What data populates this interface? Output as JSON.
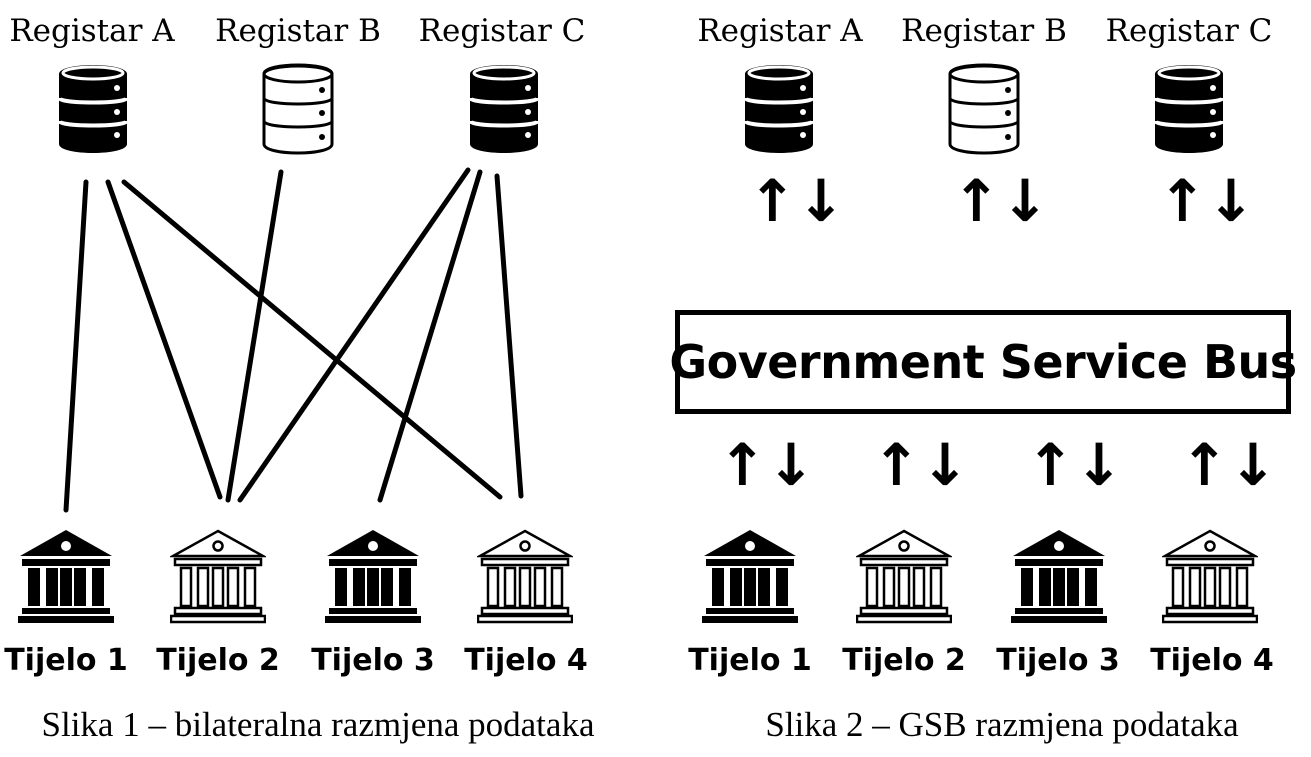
{
  "left": {
    "registers": [
      {
        "label": "Registar A",
        "style": "filled"
      },
      {
        "label": "Registar B",
        "style": "outline"
      },
      {
        "label": "Registar C",
        "style": "filled"
      }
    ],
    "bodies": [
      {
        "label": "Tijelo 1",
        "style": "filled"
      },
      {
        "label": "Tijelo 2",
        "style": "outline"
      },
      {
        "label": "Tijelo 3",
        "style": "filled"
      },
      {
        "label": "Tijelo 4",
        "style": "outline"
      }
    ],
    "connections": [
      {
        "from": "Registar A",
        "to": "Tijelo 1"
      },
      {
        "from": "Registar A",
        "to": "Tijelo 2"
      },
      {
        "from": "Registar A",
        "to": "Tijelo 4"
      },
      {
        "from": "Registar B",
        "to": "Tijelo 2"
      },
      {
        "from": "Registar C",
        "to": "Tijelo 2"
      },
      {
        "from": "Registar C",
        "to": "Tijelo 3"
      },
      {
        "from": "Registar C",
        "to": "Tijelo 4"
      }
    ],
    "caption": "Slika 1 – bilateralna razmjena podataka"
  },
  "right": {
    "registers": [
      {
        "label": "Registar A",
        "style": "filled"
      },
      {
        "label": "Registar B",
        "style": "outline"
      },
      {
        "label": "Registar C",
        "style": "filled"
      }
    ],
    "bus_label": "Government Service Bus",
    "bodies": [
      {
        "label": "Tijelo 1",
        "style": "filled"
      },
      {
        "label": "Tijelo 2",
        "style": "outline"
      },
      {
        "label": "Tijelo 3",
        "style": "filled"
      },
      {
        "label": "Tijelo 4",
        "style": "outline"
      }
    ],
    "arrow_glyph": "↑↓",
    "caption": "Slika 2 – GSB razmjena podataka"
  },
  "icons": {
    "register": "database-icon",
    "body": "government-building-icon"
  },
  "colors": {
    "ink": "#000000",
    "background": "#ffffff"
  }
}
